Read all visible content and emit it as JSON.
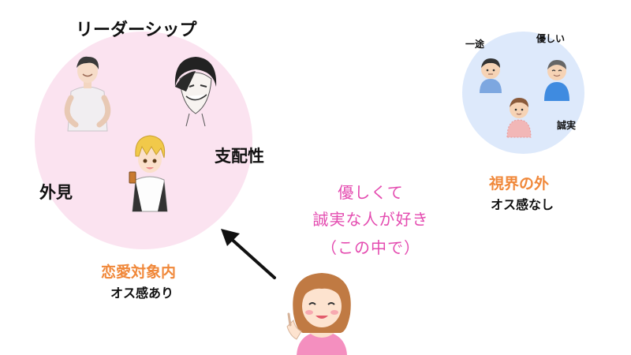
{
  "diagram": {
    "in_circle": {
      "title": "リーダーシップ",
      "label_dominance": "支配性",
      "label_looks": "外見",
      "caption": "恋愛対象内",
      "subcaption": "オス感あり"
    },
    "out_circle": {
      "label_devoted": "一途",
      "label_kind": "優しい",
      "label_sincere": "誠実",
      "caption": "視界の外",
      "subcaption": "オス感なし"
    },
    "speech": {
      "line1": "優しくて",
      "line2": "誠実な人が好き",
      "line3": "（この中で）"
    },
    "colors": {
      "big_circle": "#fbe3f0",
      "small_circle": "#dde9fb",
      "caption_orange": "#f0883a",
      "speech_pink": "#e44bb0"
    }
  }
}
